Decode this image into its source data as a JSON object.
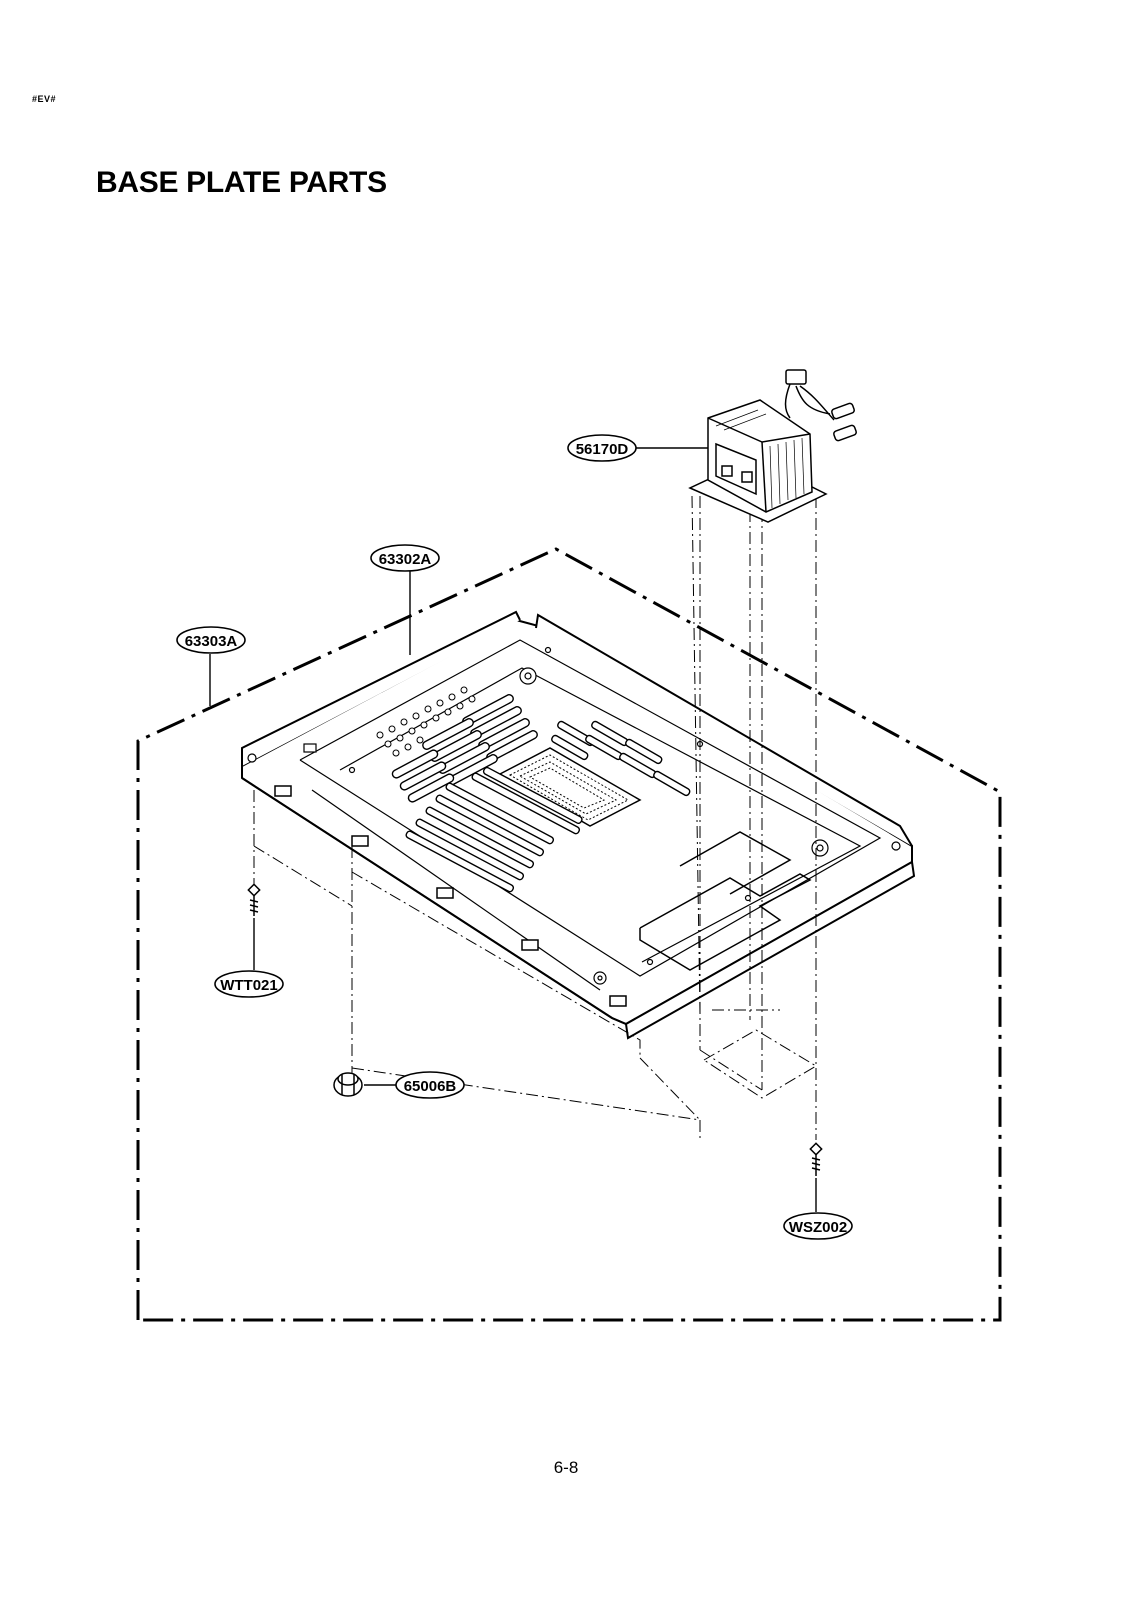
{
  "header": {
    "code": "#EV#",
    "title": "BASE PLATE PARTS"
  },
  "parts": {
    "p56170D": "56170D",
    "p63302A": "63302A",
    "p63303A": "63303A",
    "pWTT021": "WTT021",
    "p65006B": "65006B",
    "pWSZ002": "WSZ002"
  },
  "footer": {
    "page_number": "6-8"
  },
  "colors": {
    "ink": "#000000",
    "paper": "#ffffff"
  }
}
